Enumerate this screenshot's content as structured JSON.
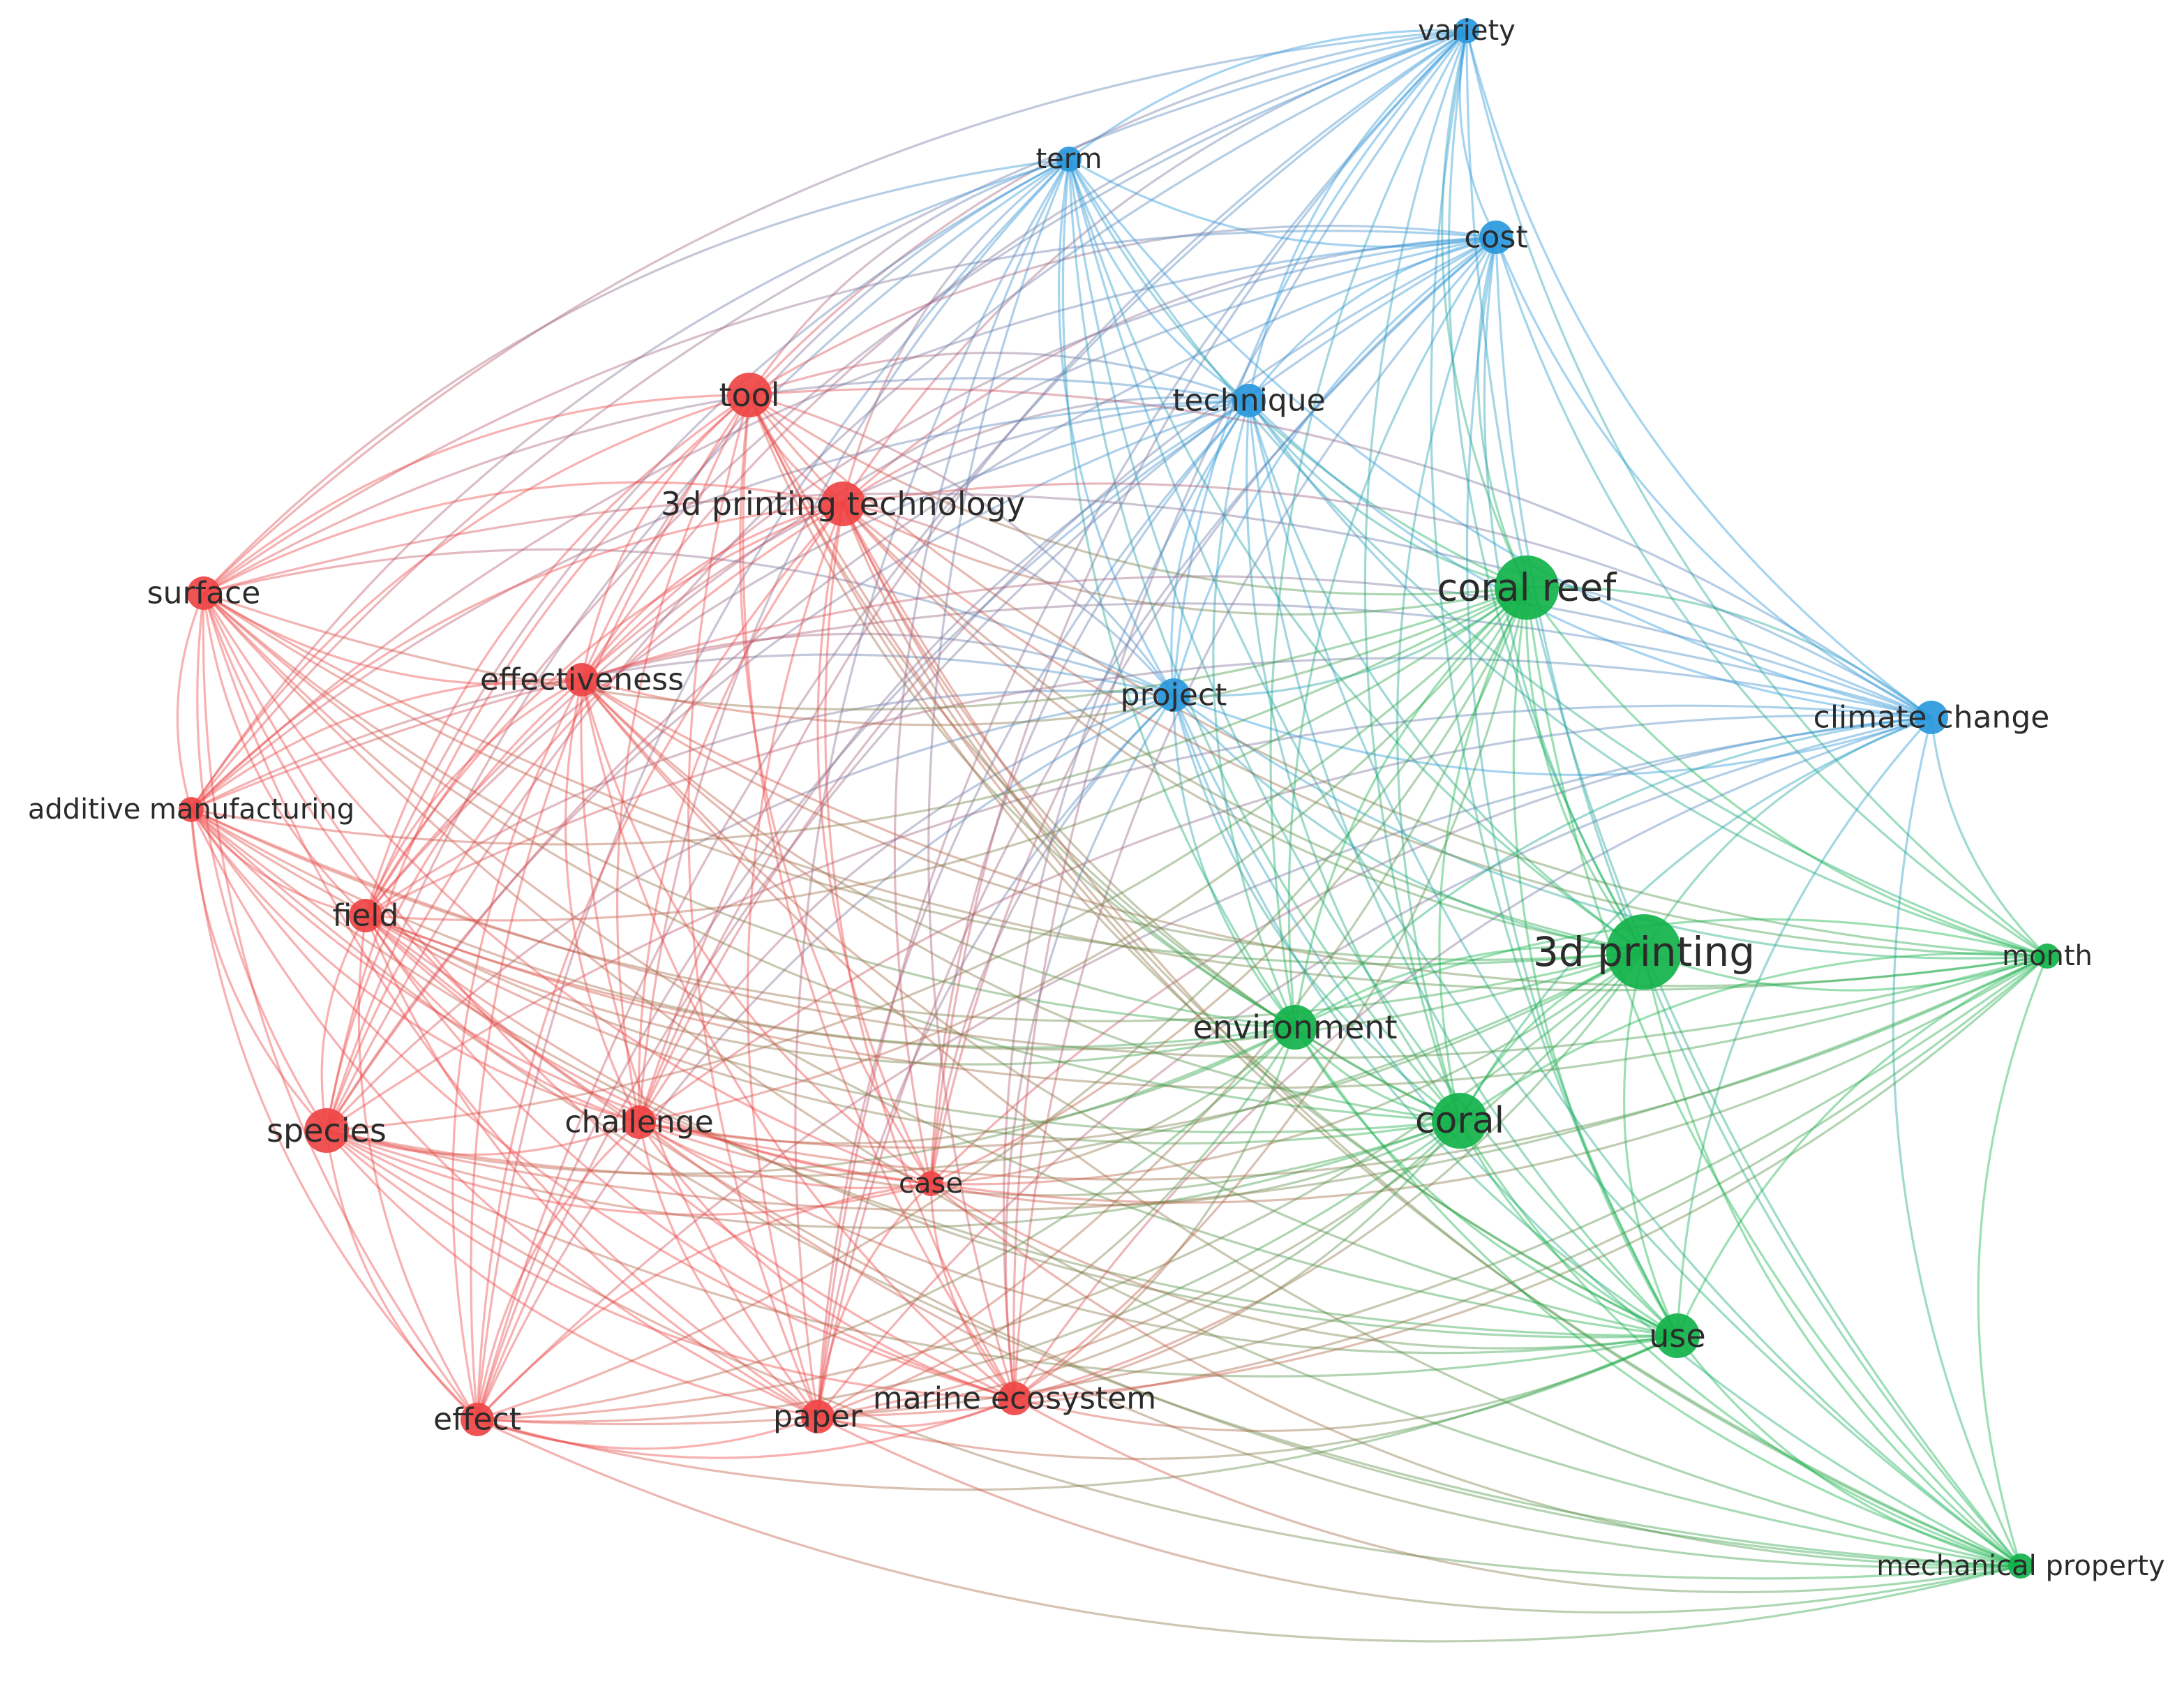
{
  "clusters": {
    "red": "#ef4444",
    "green": "#12b24a",
    "blue": "#2a98dc"
  },
  "nodes": [
    {
      "id": "variety",
      "label": "variety",
      "cluster": "blue",
      "weight": 1
    },
    {
      "id": "term",
      "label": "term",
      "cluster": "blue",
      "weight": 1
    },
    {
      "id": "cost",
      "label": "cost",
      "cluster": "blue",
      "weight": 2
    },
    {
      "id": "technique",
      "label": "technique",
      "cluster": "blue",
      "weight": 2
    },
    {
      "id": "project",
      "label": "project",
      "cluster": "blue",
      "weight": 2
    },
    {
      "id": "climate-change",
      "label": "climate change",
      "cluster": "blue",
      "weight": 2
    },
    {
      "id": "tool",
      "label": "tool",
      "cluster": "red",
      "weight": 3
    },
    {
      "id": "3d-printing-technology",
      "label": "3d printing technology",
      "cluster": "red",
      "weight": 3
    },
    {
      "id": "surface",
      "label": "surface",
      "cluster": "red",
      "weight": 2
    },
    {
      "id": "effectiveness",
      "label": "effectiveness",
      "cluster": "red",
      "weight": 2
    },
    {
      "id": "additive-manufacturing",
      "label": "additive manufacturing",
      "cluster": "red",
      "weight": 1
    },
    {
      "id": "field",
      "label": "field",
      "cluster": "red",
      "weight": 2
    },
    {
      "id": "species",
      "label": "species",
      "cluster": "red",
      "weight": 3
    },
    {
      "id": "challenge",
      "label": "challenge",
      "cluster": "red",
      "weight": 2
    },
    {
      "id": "case",
      "label": "case",
      "cluster": "red",
      "weight": 1
    },
    {
      "id": "effect",
      "label": "effect",
      "cluster": "red",
      "weight": 2
    },
    {
      "id": "paper",
      "label": "paper",
      "cluster": "red",
      "weight": 2
    },
    {
      "id": "marine-ecosystem",
      "label": "marine ecosystem",
      "cluster": "red",
      "weight": 2
    },
    {
      "id": "coral-reef",
      "label": "coral reef",
      "cluster": "green",
      "weight": 5
    },
    {
      "id": "3d-printing",
      "label": "3d printing",
      "cluster": "green",
      "weight": 6
    },
    {
      "id": "month",
      "label": "month",
      "cluster": "green",
      "weight": 1
    },
    {
      "id": "environment",
      "label": "environment",
      "cluster": "green",
      "weight": 3
    },
    {
      "id": "coral",
      "label": "coral",
      "cluster": "green",
      "weight": 4
    },
    {
      "id": "use",
      "label": "use",
      "cluster": "green",
      "weight": 3
    },
    {
      "id": "mechanical-property",
      "label": "mechanical property",
      "cluster": "green",
      "weight": 1
    }
  ]
}
